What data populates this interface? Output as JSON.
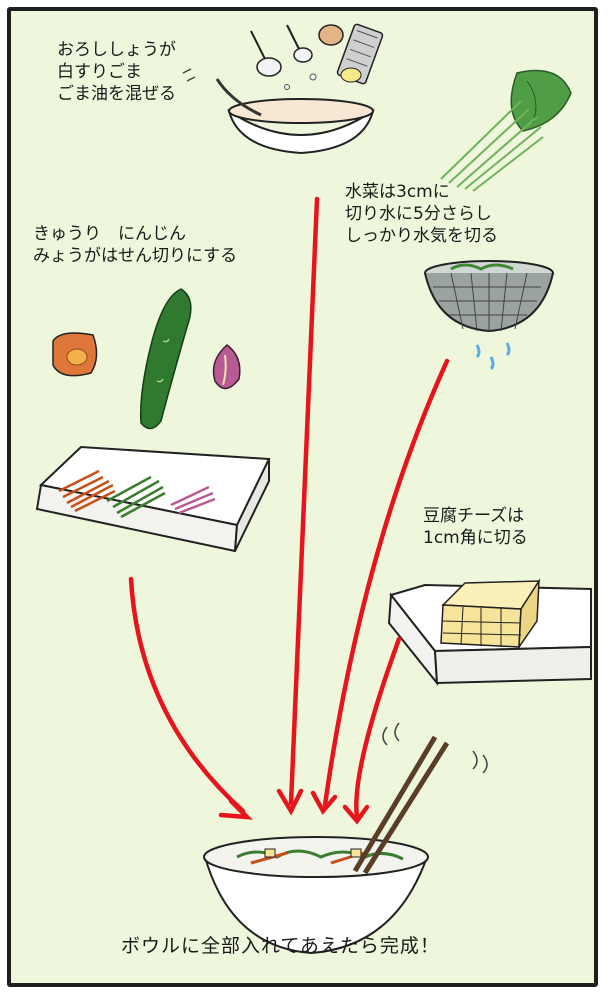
{
  "steps": {
    "sauce": "おろししょうが\n白すりごま\nごま油を混ぜる",
    "veggies": "きゅうり　にんじん\nみょうがはせん切りにする",
    "mizuna": "水菜は3cmに\n切り水に5分さらし\nしっかり水気を切る",
    "tofu": "豆腐チーズは\n1cm角に切る",
    "final": "ボウルに全部入れてあえたら完成！"
  },
  "colors": {
    "panel_bg": "#eef6dc",
    "arrow": "#e8141c",
    "cucumber": "#2f7a2f",
    "carrot": "#e0773a",
    "mizuna": "#6fb35a"
  }
}
